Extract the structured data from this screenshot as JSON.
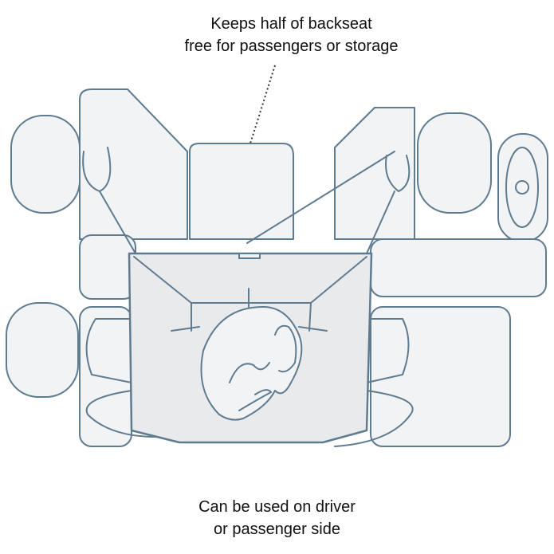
{
  "captions": {
    "top_line1": "Keeps half of backseat",
    "top_line2": "free for passengers or storage",
    "bottom_line1": "Can be used on driver",
    "bottom_line2": "or passenger side"
  },
  "colors": {
    "stroke": "#5f7b8f",
    "fill": "#f2f3f5",
    "hammock": "#e9eaec"
  }
}
